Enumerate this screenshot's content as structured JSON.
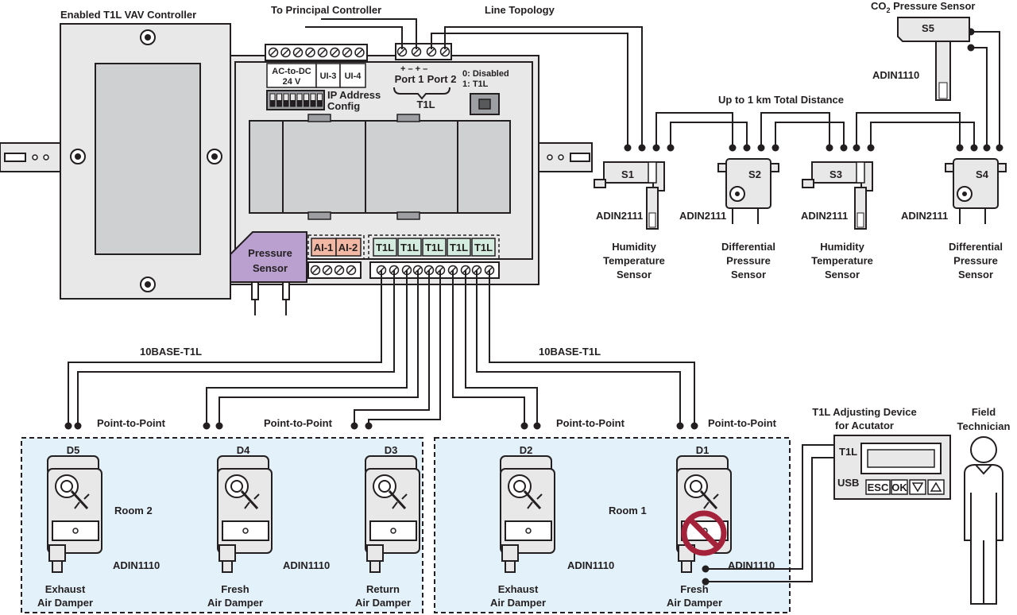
{
  "controller": {
    "title": "Enabled T1L VAV Controller",
    "ac_dc": "AC-to-DC",
    "voltage": "24 V",
    "ui3": "UI-3",
    "ui4": "UI-4",
    "ip_config_line1": "IP Address",
    "ip_config_line2": "Config",
    "port_pm": "+  –   +  –",
    "port1": "Port 1",
    "port2": "Port 2",
    "t1l_group": "T1L",
    "mode_line1": "0: Disabled",
    "mode_line2": "1: T1L",
    "ai1": "AI-1",
    "ai2": "AI-2",
    "t1l_ports": [
      "T1L",
      "T1L",
      "T1L",
      "T1L",
      "T1L"
    ],
    "pressure_sensor_line1": "Pressure",
    "pressure_sensor_line2": "Sensor"
  },
  "top_labels": {
    "to_principal": "To Principal Controller",
    "line_topology": "Line Topology",
    "distance": "Up to 1 km Total Distance",
    "co2_prefix": "CO",
    "co2_sub": "2",
    "co2_suffix": " Pressure Sensor"
  },
  "sensors": [
    {
      "id": "S1",
      "chip": "ADIN2111",
      "name": [
        "Humidity",
        "Temperature",
        "Sensor"
      ]
    },
    {
      "id": "S2",
      "chip": "ADIN2111",
      "name": [
        "Differential",
        "Pressure",
        "Sensor"
      ]
    },
    {
      "id": "S3",
      "chip": "ADIN2111",
      "name": [
        "Humidity",
        "Temperature",
        "Sensor"
      ]
    },
    {
      "id": "S4",
      "chip": "ADIN2111",
      "name": [
        "Differential",
        "Pressure",
        "Sensor"
      ]
    },
    {
      "id": "S5",
      "chip": "ADIN1110"
    }
  ],
  "links": {
    "left_10base": "10BASE-T1L",
    "right_10base": "10BASE-T1L",
    "p2p_1": "Point-to-Point",
    "p2p_2": "Point-to-Point",
    "p2p_3": "Point-to-Point",
    "p2p_4": "Point-to-Point"
  },
  "rooms": {
    "room2": "Room 2",
    "room1": "Room 1"
  },
  "dampers": [
    {
      "id": "D5",
      "chip": "ADIN1110",
      "name": [
        "Exhaust",
        "Air Damper"
      ]
    },
    {
      "id": "D4",
      "chip": "ADIN1110",
      "name": [
        "Fresh",
        "Air Damper"
      ]
    },
    {
      "id": "D3",
      "name": [
        "Return",
        "Air Damper"
      ]
    },
    {
      "id": "D2",
      "chip": "ADIN1110",
      "name": [
        "Exhaust",
        "Air Damper"
      ]
    },
    {
      "id": "D1",
      "chip": "ADIN1110",
      "name": [
        "Fresh",
        "Air Damper"
      ]
    }
  ],
  "adjusting_device": {
    "title_line1": "T1L Adjusting Device",
    "title_line2": "for Acutator",
    "t1l": "T1L",
    "usb": "USB",
    "keys": [
      "ESC",
      "OK"
    ]
  },
  "technician": {
    "line1": "Field",
    "line2": "Technician"
  },
  "colors": {
    "outline": "#231f20",
    "device_fill": "#e8e8e9",
    "room_fill": "#e3f1fa",
    "pressure_sensor_fill": "#b9a0cf",
    "ai_fill": "#f3b8a4",
    "t1l_fill": "#d4ece0",
    "no_symbol": "#a5223b"
  }
}
